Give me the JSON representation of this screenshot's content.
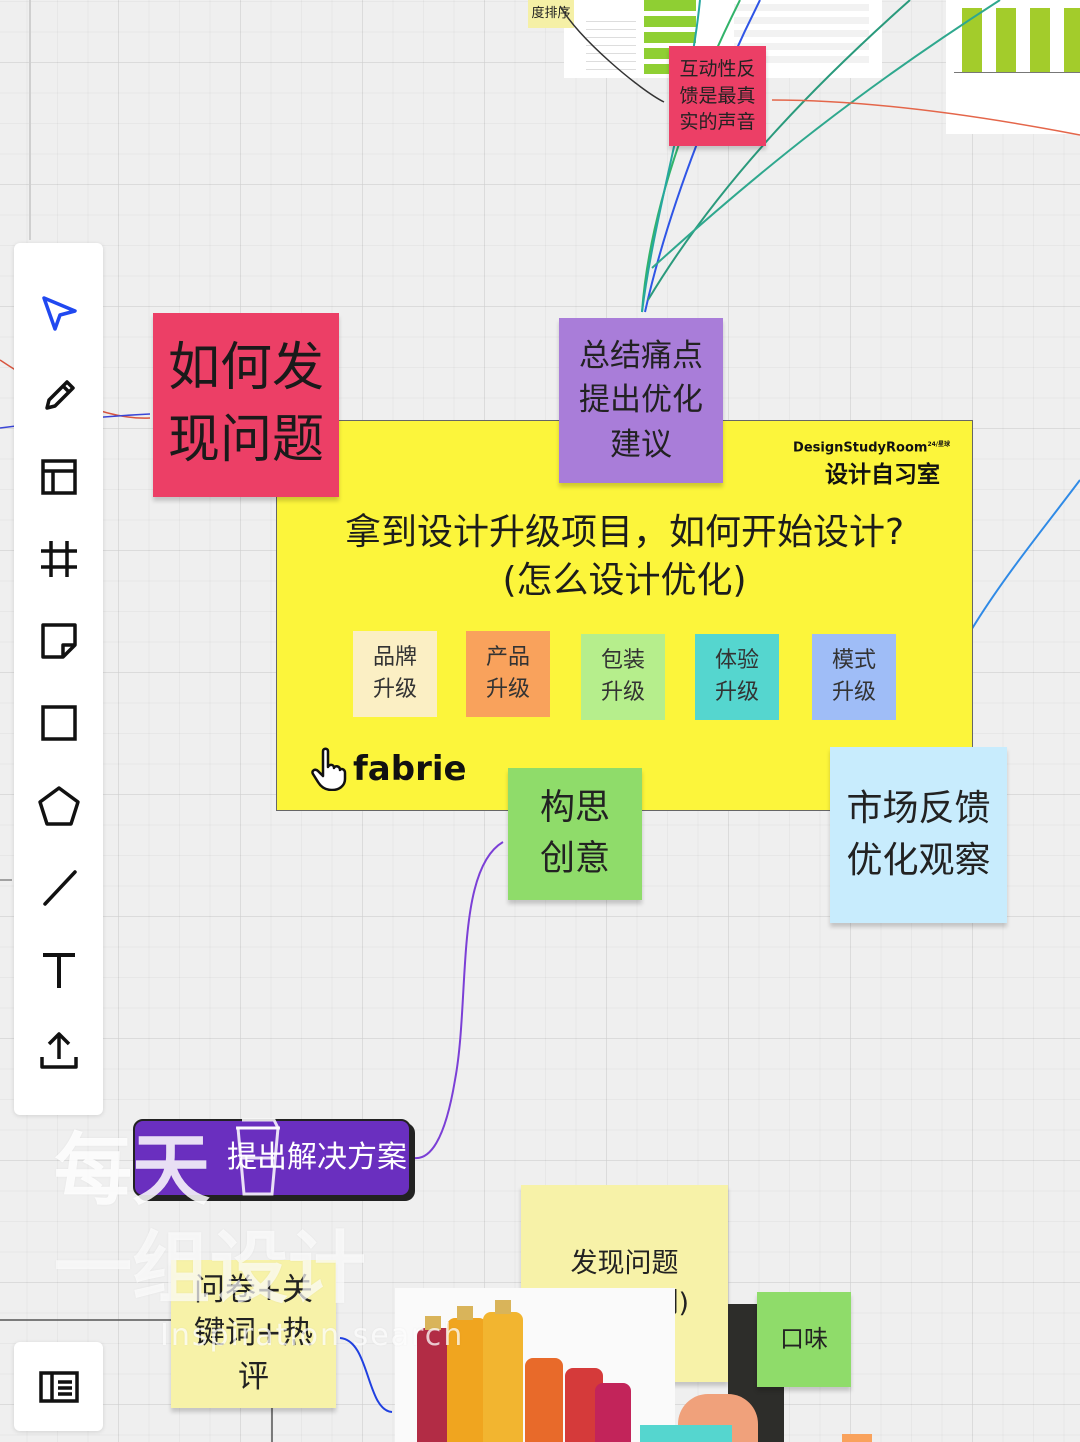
{
  "canvas": {
    "frame": {
      "brand_en": "DesignStudyRoom",
      "brand_sup": "24/星球",
      "brand_cn": "设计自习室",
      "title": "拿到设计升级项目，如何开始设计?\n(怎么设计优化)",
      "chips": [
        {
          "label": "品牌\n升级",
          "color": "#fbefc4"
        },
        {
          "label": "产品\n升级",
          "color": "#f9a25c"
        },
        {
          "label": "包装\n升级",
          "color": "#b6ee8c"
        },
        {
          "label": "体验\n升级",
          "color": "#55d6cf"
        },
        {
          "label": "模式\n升级",
          "color": "#9fbdf7"
        }
      ],
      "logo_text": "fabrie"
    },
    "notes": {
      "discover": "如何发\n现问题",
      "summary": "总结痛点\n提出优化\n建议",
      "interactive": "互动性反\n馈是最真\n实的声音",
      "concept": "构思\n创意",
      "market": "市场反馈\n优化观察",
      "solution": "提出解决方案",
      "survey": "问卷+关\n键词+热\n评",
      "find_problem": "发现问题\n(果饮为例)",
      "taste": "口味",
      "rank": "度排序"
    },
    "watermark": {
      "line1": "每天",
      "line2": "一组设计",
      "line3": "Inspiration search"
    }
  },
  "toolbar": {
    "tools": [
      {
        "name": "select-tool",
        "icon": "pointer-icon"
      },
      {
        "name": "pen-tool",
        "icon": "pencil-icon"
      },
      {
        "name": "layout-tool",
        "icon": "layout-icon"
      },
      {
        "name": "frame-tool",
        "icon": "hash-frame-icon"
      },
      {
        "name": "sticky-note-tool",
        "icon": "sticky-note-icon"
      },
      {
        "name": "rectangle-tool",
        "icon": "square-icon"
      },
      {
        "name": "polygon-tool",
        "icon": "pentagon-icon"
      },
      {
        "name": "line-tool",
        "icon": "line-icon"
      },
      {
        "name": "text-tool",
        "icon": "text-icon"
      },
      {
        "name": "upload-tool",
        "icon": "upload-icon"
      }
    ],
    "panel_icon": "panel-icon"
  },
  "colors": {
    "canvas": "#efefef",
    "frame_yellow": "#fcf53b",
    "pink": "#ec3f66",
    "purple_note": "#a97dd9",
    "green_note": "#8fdc6a",
    "blue_note": "#c8ecfd",
    "solution_purple": "#6a2fbf",
    "pale_yellow": "#f7f2a8",
    "accent_blue": "#1e2ef0"
  }
}
